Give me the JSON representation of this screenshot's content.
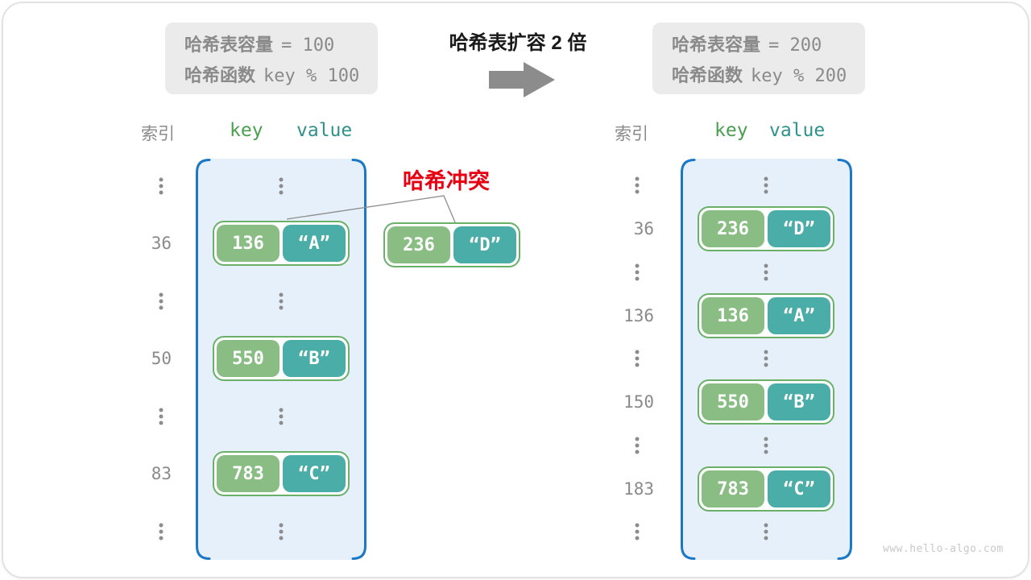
{
  "header": {
    "title": "哈希表扩容 2 倍",
    "before_box": {
      "capacity_label": "哈希表容量",
      "capacity_value": "= 100",
      "function_label": "哈希函数",
      "function_value": "key % 100"
    },
    "after_box": {
      "capacity_label": "哈希表容量",
      "capacity_value": "= 200",
      "function_label": "哈希函数",
      "function_value": "key % 200"
    }
  },
  "collision": {
    "label": "哈希冲突",
    "pair": {
      "key": "236",
      "value": "“D”"
    }
  },
  "left_table": {
    "index_header": "索引",
    "key_header": "key",
    "value_header": "value",
    "rows": [
      {
        "index": "36",
        "key": "136",
        "value": "“A”"
      },
      {
        "index": "50",
        "key": "550",
        "value": "“B”"
      },
      {
        "index": "83",
        "key": "783",
        "value": "“C”"
      }
    ]
  },
  "right_table": {
    "index_header": "索引",
    "key_header": "key",
    "value_header": "value",
    "rows": [
      {
        "index": "36",
        "key": "236",
        "value": "“D”"
      },
      {
        "index": "136",
        "key": "136",
        "value": "“A”"
      },
      {
        "index": "150",
        "key": "550",
        "value": "“B”"
      },
      {
        "index": "183",
        "key": "783",
        "value": "“C”"
      }
    ]
  },
  "watermark": "www.hello-algo.com",
  "colors": {
    "bucket_fill": "#e6f0fa",
    "bucket_border": "#1a78c6",
    "key_green": "#89bd84",
    "value_teal": "#4aada8",
    "pair_border": "#6bb069",
    "collision_red": "#e60012",
    "arrow_gray": "#8c8c8c"
  }
}
